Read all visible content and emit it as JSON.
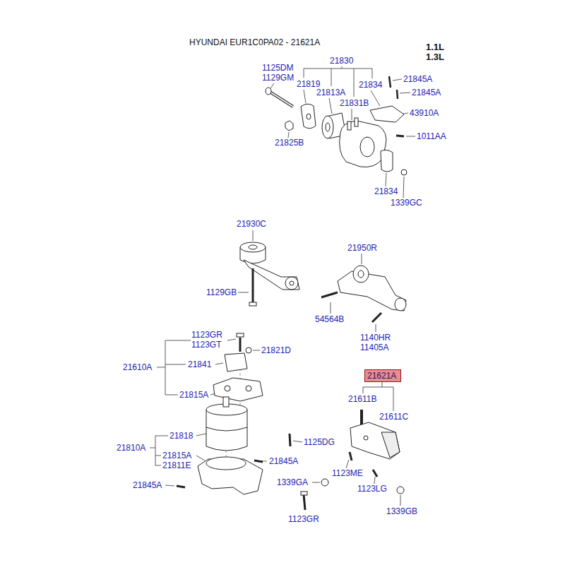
{
  "diagram": {
    "title": "HYUNDAI EUR1C0PA02 - 21621A",
    "nodes": [
      {
        "text": [
          "21621A"
        ]
      }
    ],
    "labels": [
      "1.1L",
      "1.3L",
      "21830",
      "1125DM",
      "1129GM",
      "21819",
      "21813A",
      "21834",
      "21845A",
      "21845A",
      "21831B",
      "43910A",
      "1011AA",
      "21825B",
      "21834",
      "1339GC",
      "21930C",
      "21950R",
      "1129GB",
      "54564B",
      "1140HR",
      "11405A",
      "1123GR",
      "1123GT",
      "21821D",
      "21610A",
      "21841",
      "21815A",
      "21611B",
      "21611C",
      "21818",
      "1125DG",
      "21810A",
      "21815A",
      "21811E",
      "21845A",
      "1123ME",
      "1339GA",
      "1123LG",
      "21845A",
      "1339GB",
      "1123GR"
    ]
  }
}
